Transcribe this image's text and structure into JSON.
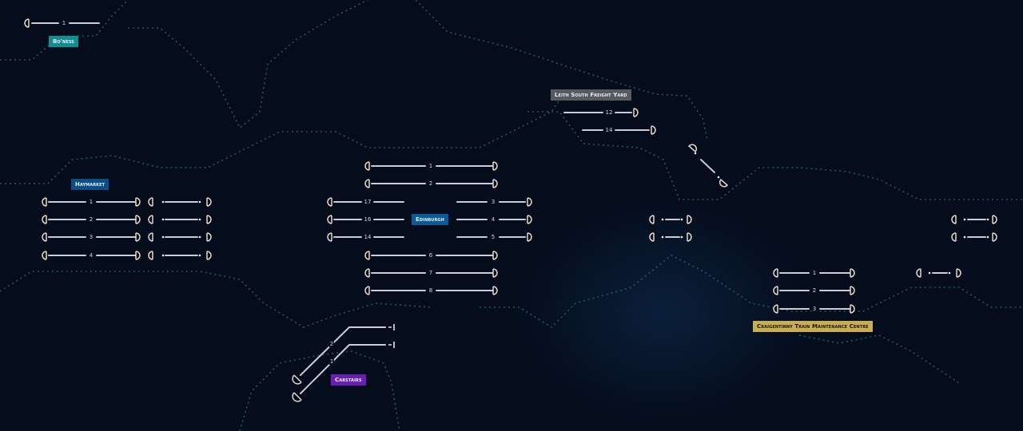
{
  "colors": {
    "background": "#050d1c",
    "track": "#c9cdd2",
    "signal": "#e7d6c8",
    "boundary": "#1c6a68",
    "station_bo_ness": "#0f8f93",
    "station_haymarket": "#0b4f86",
    "station_edinburgh": "#0b5a98",
    "station_leith": "#575b60",
    "station_carstairs": "#6a1eb3",
    "station_craigentinny": "#c8ad55"
  },
  "stations": {
    "bo_ness": "Bo'ness",
    "haymarket": "Haymarket",
    "edinburgh": "Edinburgh",
    "leith": "Leith South Freight Yard",
    "carstairs": "Carstairs",
    "craigentinny": "Craigentinny Train Maintenance Centre"
  },
  "platforms": {
    "bo_ness": [
      "1"
    ],
    "haymarket": [
      "1",
      "2",
      "3",
      "4"
    ],
    "edinburgh": [
      "1",
      "2",
      "17",
      "3",
      "16",
      "4",
      "14",
      "5",
      "6",
      "7",
      "8"
    ],
    "leith": [
      "12",
      "14"
    ],
    "carstairs": [
      "2",
      "1"
    ],
    "craigentinny": [
      "1",
      "2",
      "3"
    ]
  }
}
